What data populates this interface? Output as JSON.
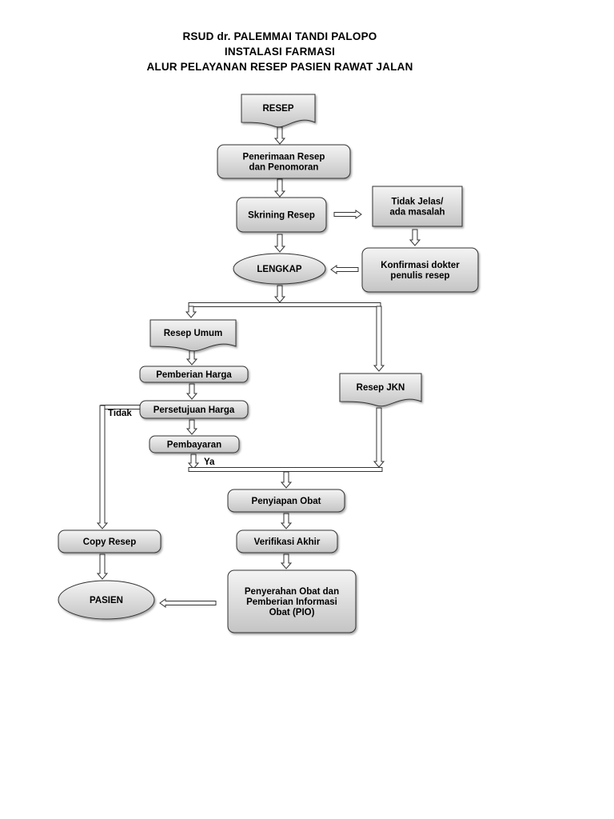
{
  "header": {
    "line1": "RSUD dr. PALEMMAI TANDI PALOPO",
    "line2": "INSTALASI FARMASI",
    "line3": "ALUR PELAYANAN RESEP PASIEN RAWAT JALAN"
  },
  "nodes": {
    "resep": [
      "RESEP"
    ],
    "penerimaan": [
      "Penerimaan Resep",
      "dan Penomoran"
    ],
    "skrining": [
      "Skrining Resep"
    ],
    "tidak_jelas": [
      "Tidak Jelas/",
      "ada masalah"
    ],
    "lengkap": [
      "LENGKAP"
    ],
    "konfirmasi": [
      "Konfirmasi dokter",
      "penulis resep"
    ],
    "resep_umum": [
      "Resep Umum"
    ],
    "pemberian_harga": [
      "Pemberian Harga"
    ],
    "persetujuan_harga": [
      "Persetujuan Harga"
    ],
    "pembayaran": [
      "Pembayaran"
    ],
    "resep_jkn": [
      "Resep JKN"
    ],
    "penyiapan_obat": [
      "Penyiapan Obat"
    ],
    "verifikasi_akhir": [
      "Verifikasi Akhir"
    ],
    "copy_resep": [
      "Copy Resep"
    ],
    "penyerahan": [
      "Penyerahan Obat dan",
      "Pemberian Informasi",
      "Obat (PIO)"
    ],
    "pasien": [
      "PASIEN"
    ]
  },
  "edge_labels": {
    "tidak": "Tidak",
    "ya": "Ya"
  },
  "colors": {
    "node_fill_light": "#f4f4f4",
    "node_fill_dark": "#c4c4c4",
    "stroke": "#333333"
  }
}
